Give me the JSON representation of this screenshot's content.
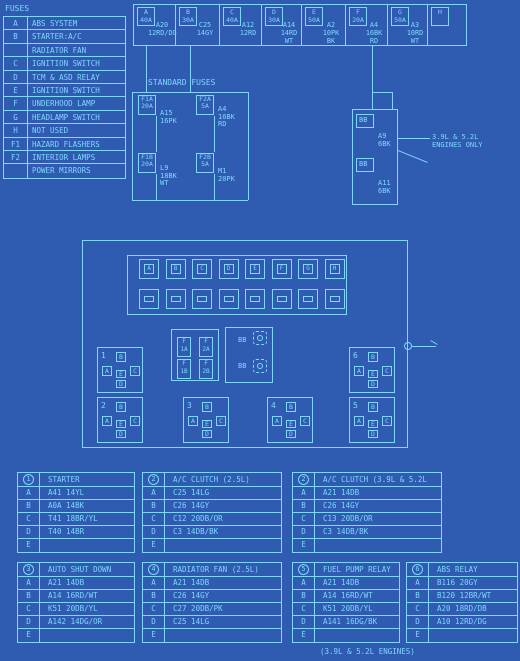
{
  "legend": {
    "title": "FUSES",
    "rows": [
      {
        "code": "A",
        "desc": "ABS SYSTEM"
      },
      {
        "code": "B",
        "desc": "STARTER:A/C"
      },
      {
        "code": "",
        "desc": "RADIATOR FAN"
      },
      {
        "code": "C",
        "desc": "IGNITION SWITCH"
      },
      {
        "code": "D",
        "desc": "TCM  &  ASD RELAY"
      },
      {
        "code": "E",
        "desc": "IGNITION SWITCH"
      },
      {
        "code": "F",
        "desc": "UNDERHOOD LAMP"
      },
      {
        "code": "G",
        "desc": "HEADLAMP SWITCH"
      },
      {
        "code": "H",
        "desc": "NOT USED"
      },
      {
        "code": "F1",
        "desc": "HAZARD FLASHERS"
      },
      {
        "code": "F2",
        "desc": "INTERIOR LAMPS"
      },
      {
        "code": "",
        "desc": "POWER MIRRORS"
      }
    ]
  },
  "strip": {
    "cells": [
      {
        "fuse": "A",
        "amp": "40A",
        "wire": "A20\n12RD/DG"
      },
      {
        "fuse": "B",
        "amp": "30A",
        "wire": "C25\n14GY"
      },
      {
        "fuse": "C",
        "amp": "40A",
        "wire": "A12\n12RD"
      },
      {
        "fuse": "D",
        "amp": "30A",
        "wire": "A14\n14RD\nWT"
      },
      {
        "fuse": "E",
        "amp": "50A",
        "wire": "A2\n10PK\nBK"
      },
      {
        "fuse": "F",
        "amp": "20A",
        "wire": "A4\n16BK\nRD"
      },
      {
        "fuse": "G",
        "amp": "50A",
        "wire": "A3\n10RD\nWT"
      },
      {
        "fuse": "H",
        "amp": "",
        "wire": ""
      }
    ]
  },
  "standard": {
    "title": "STANDARD FUSES",
    "f1a": {
      "label": "F1A\n20A",
      "wire": "A15\n16PK"
    },
    "f2a": {
      "label": "F2A\n5A",
      "wire": "A4\n16BK\nRD"
    },
    "f1b": {
      "label": "F1B\n20A",
      "wire": "L9\n18BK\nWT"
    },
    "f2b": {
      "label": "F2B\n5A",
      "wire": "M1\n20PK"
    }
  },
  "engine": {
    "bb1": "BB",
    "bb2": "BB",
    "w1": "A9\n6BK",
    "w2": "A11\n6BK",
    "note": "3.9L & 5.2L\nENGINES ONLY"
  },
  "block": {
    "fuses": [
      "A",
      "B",
      "C",
      "D",
      "E",
      "F",
      "G",
      "H"
    ],
    "mini": [
      "F\n1A",
      "F\n2A",
      "F\n1B",
      "F\n2B"
    ],
    "bb": [
      "BB",
      "BB"
    ],
    "relays": [
      {
        "num": "1"
      },
      {
        "num": "2"
      },
      {
        "num": "3"
      },
      {
        "num": "4"
      },
      {
        "num": "5"
      },
      {
        "num": "6"
      }
    ],
    "pins": [
      "A",
      "B",
      "C",
      "D",
      "E"
    ]
  },
  "tables": [
    {
      "num": "1",
      "title": "STARTER",
      "rows": [
        [
          "A",
          "A41 14YL"
        ],
        [
          "B",
          "A0A 14BK"
        ],
        [
          "C",
          "T41 18BR/YL"
        ],
        [
          "D",
          "T40 14BR"
        ],
        [
          "E",
          ""
        ]
      ]
    },
    {
      "num": "2",
      "title": "A/C CLUTCH (2.5L)",
      "rows": [
        [
          "A",
          "C25 14LG"
        ],
        [
          "B",
          "C26 14GY"
        ],
        [
          "C",
          "C12 20DB/OR"
        ],
        [
          "D",
          "C3 14DB/BK"
        ],
        [
          "E",
          ""
        ]
      ]
    },
    {
      "num": "2",
      "title": "A/C CLUTCH (3.9L & 5.2L",
      "rows": [
        [
          "A",
          "A21 14DB"
        ],
        [
          "B",
          "C26 14GY"
        ],
        [
          "C",
          "C13 20DB/OR"
        ],
        [
          "D",
          "C3 14DB/BK"
        ],
        [
          "E",
          ""
        ]
      ]
    },
    {
      "num": "3",
      "title": "AUTO SHUT DOWN",
      "rows": [
        [
          "A",
          "A21 14DB"
        ],
        [
          "B",
          "A14 16RD/WT"
        ],
        [
          "C",
          "K51 20DB/YL"
        ],
        [
          "D",
          "A142 14DG/OR"
        ],
        [
          "E",
          ""
        ]
      ]
    },
    {
      "num": "4",
      "title": "RADIATOR FAN (2.5L)",
      "rows": [
        [
          "A",
          "A21 14DB"
        ],
        [
          "B",
          "C26 14GY"
        ],
        [
          "C",
          "C27 20DB/PK"
        ],
        [
          "D",
          "C25 14LG"
        ],
        [
          "E",
          ""
        ]
      ]
    },
    {
      "num": "5",
      "title": "FUEL PUMP RELAY",
      "rows": [
        [
          "A",
          "A21 14DB"
        ],
        [
          "B",
          "A14 16RD/WT"
        ],
        [
          "C",
          "K51 20DB/YL"
        ],
        [
          "D",
          "A141 16DG/BK"
        ],
        [
          "E",
          ""
        ]
      ]
    },
    {
      "num": "6",
      "title": "ABS RELAY",
      "rows": [
        [
          "A",
          "B116 20GY"
        ],
        [
          "B",
          "B120 12BR/WT"
        ],
        [
          "C",
          "A20 18RD/DB"
        ],
        [
          "D",
          "A10 12RD/DG"
        ],
        [
          "E",
          ""
        ]
      ]
    }
  ],
  "footer": "(3.9L & 5.2L ENGINES)"
}
